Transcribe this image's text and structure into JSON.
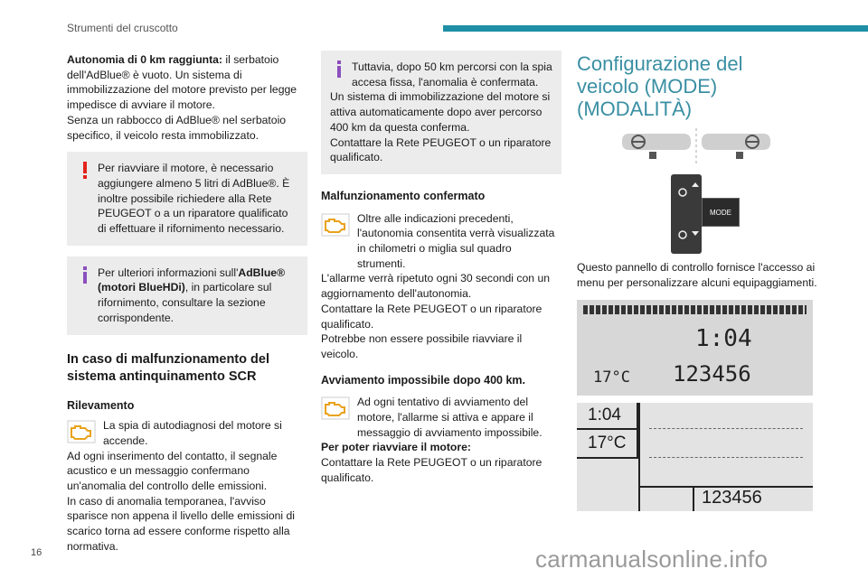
{
  "header": {
    "section_title": "Strumenti del cruscotto"
  },
  "page_number": "16",
  "watermark": "carmanualsonline.info",
  "col1": {
    "intro_bold": "Autonomia di 0 km raggiunta:",
    "intro_text": " il serbatoio dell'AdBlue® è vuoto. Un sistema di immobilizzazione del motore previsto per legge impedisce di avviare il motore.",
    "intro_text2": "Senza un rabbocco di AdBlue® nel serbatoio specifico, il veicolo resta immobilizzato.",
    "warning_box": "Per riavviare il motore, è necessario aggiungere almeno 5 litri di AdBlue®. È inoltre possibile richiedere alla Rete PEUGEOT o a un riparatore qualificato di effettuare il rifornimento necessario.",
    "info_box_pre": "Per ulteriori informazioni sull'",
    "info_box_bold": "AdBlue® (motori BlueHDi)",
    "info_box_post": ", in particolare sul rifornimento, consultare la sezione corrispondente.",
    "heading": "In caso di malfunzionamento del sistema antinquinamento SCR",
    "subheading": "Rilevamento",
    "detect_text": "La spia di autodiagnosi del motore si accende.",
    "detect_text2": "Ad ogni inserimento del contatto, il segnale acustico e un messaggio confermano un'anomalia del controllo delle emissioni.",
    "detect_text3": "In caso di anomalia temporanea, l'avviso sparisce non appena il livello delle emissioni di scarico torna ad essere conforme rispetto alla normativa."
  },
  "col2": {
    "info_box_text": "Tuttavia, dopo 50 km percorsi con la spia accesa fissa, l'anomalia è confermata.",
    "info_box_text2": "Un sistema di immobilizzazione del motore si attiva automaticamente dopo aver percorso 400 km da questa conferma.",
    "info_box_text3": "Contattare la Rete PEUGEOT o un riparatore qualificato.",
    "heading1": "Malfunzionamento confermato",
    "confirm_text": "Oltre alle indicazioni precedenti, l'autonomia consentita verrà visualizzata in chilometri o miglia sul quadro strumenti.",
    "confirm_text2": "L'allarme verrà ripetuto ogni 30 secondi con un aggiornamento dell'autonomia.",
    "confirm_text3": "Contattare la Rete PEUGEOT o un riparatore qualificato.",
    "confirm_text4": "Potrebbe non essere possibile riavviare il veicolo.",
    "heading2": "Avviamento impossibile dopo 400 km.",
    "start_text": "Ad ogni tentativo di avviamento del motore, l'allarme si attiva e appare il messaggio di avviamento impossibile.",
    "start_bold": "Per poter riavviare il motore:",
    "start_text2": "Contattare la Rete PEUGEOT o un riparatore qualificato."
  },
  "col3": {
    "title": "Configurazione del veicolo (MODE) (MODALITÀ)",
    "mode_button": "MODE",
    "desc": "Questo pannello di controllo fornisce l'accesso ai menu per personalizzare alcuni equipaggiamenti.",
    "display1": {
      "time": "1:04",
      "temp": "17°C",
      "odometer": "123456"
    },
    "display2": {
      "time": "1:04",
      "temp": "17°C",
      "odometer": "123456"
    }
  },
  "colors": {
    "accent": "#1f8fa6",
    "title": "#3a8fa3",
    "warning": "#e2231a",
    "info": "#8a4fbd",
    "engine": "#e8a21c",
    "box_bg": "#ececec"
  },
  "icons": [
    "warning-exclamation-icon",
    "info-icon",
    "engine-warning-icon",
    "steering-wheel-icon",
    "lighting-control-icon"
  ]
}
